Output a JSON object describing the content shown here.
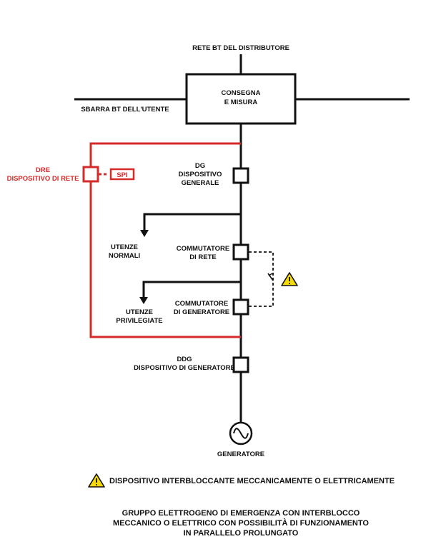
{
  "labels": {
    "grid_supply": "RETE BT DEL DISTRIBUTORE",
    "user_busbar": "SBARRA BT DELL'UTENTE",
    "metering_line1": "CONSEGNA",
    "metering_line2": "E MISURA",
    "dre_line1": "DRE",
    "dre_line2": "DISPOSITIVO  DI  RETE",
    "spi": "SPI",
    "dg_line1": "DG",
    "dg_line2": "DISPOSITIVO",
    "dg_line3": "GENERALE",
    "normal_loads_line1": "UTENZE",
    "normal_loads_line2": "NORMALI",
    "grid_switch_line1": "COMMUTATORE",
    "grid_switch_line2": "DI RETE",
    "priority_loads_line1": "UTENZE",
    "priority_loads_line2": "PRIVILEGIATE",
    "gen_switch_line1": "COMMUTATORE",
    "gen_switch_line2": "DI GENERATORE",
    "ddg_line1": "DDG",
    "ddg_line2": "DISPOSITIVO DI GENERATORE",
    "generator": "GENERATORE"
  },
  "legend": {
    "icon": "warning-triangle-icon",
    "text": "DISPOSITIVO INTERBLOCCANTE MECCANICAMENTE O ELETTRICAMENTE"
  },
  "caption": {
    "line1": "GRUPPO ELETTROGENO DI EMERGENZA CON INTERBLOCCO",
    "line2": "MECCANICO O ELETTRICO CON POSSIBILITÀ DI FUNZIONAMENTO",
    "line3": "IN PARALLELO PROLUNGATO"
  },
  "colors": {
    "line": "#111111",
    "dre_path": "#d42a2a",
    "warning_fill": "#f5d90a"
  }
}
